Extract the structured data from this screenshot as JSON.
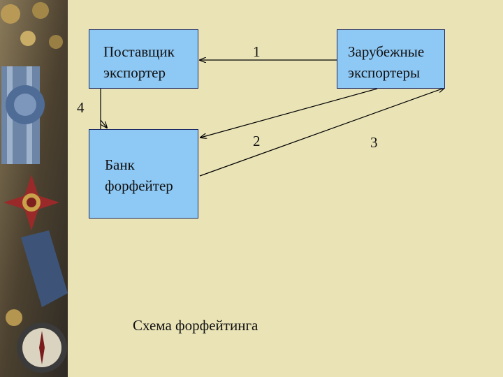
{
  "diagram": {
    "nodes": {
      "supplier": [
        "Поставщик",
        "экспортер"
      ],
      "foreign": [
        "Зарубежные",
        "экспортеры"
      ],
      "bank": [
        "Банк",
        "форфейтер"
      ]
    },
    "edges": [
      {
        "from": "foreign",
        "to": "supplier",
        "label": "1"
      },
      {
        "from": "foreign",
        "to": "bank",
        "label": "2"
      },
      {
        "from": "bank",
        "to": "foreign",
        "label": "3"
      },
      {
        "from": "supplier",
        "to": "bank",
        "label": "4"
      }
    ],
    "caption": "Схема форфейтинга"
  },
  "colors": {
    "background": "#e9e3b6",
    "box_fill": "#8ec8f4",
    "box_border": "#1c2a66",
    "line": "#000000"
  }
}
